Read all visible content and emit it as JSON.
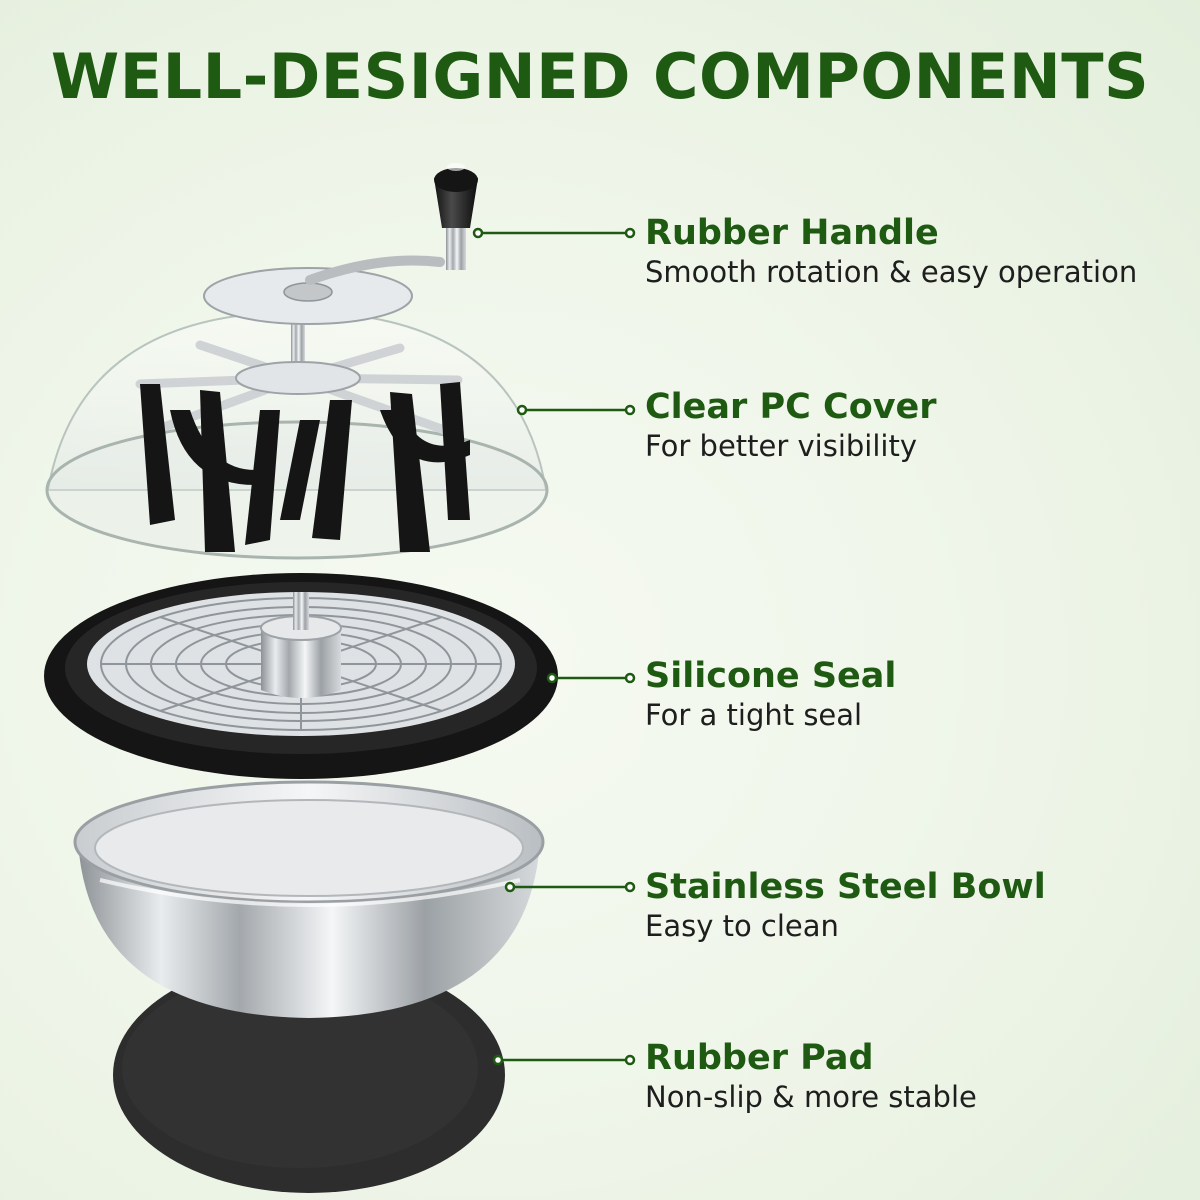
{
  "title": "WELL-DESIGNED COMPONENTS",
  "components": [
    {
      "name": "Rubber Handle",
      "desc": "Smooth rotation & easy operation"
    },
    {
      "name": "Clear PC Cover",
      "desc": "For better visibility"
    },
    {
      "name": "Silicone Seal",
      "desc": "For a tight seal"
    },
    {
      "name": "Stainless Steel Bowl",
      "desc": "Easy to clean"
    },
    {
      "name": "Rubber Pad",
      "desc": "Non-slip & more stable"
    }
  ],
  "colors": {
    "title": "#1f5a12",
    "accent": "#1f5a12",
    "description": "#1e1e1e",
    "background": "#eef5e8"
  }
}
